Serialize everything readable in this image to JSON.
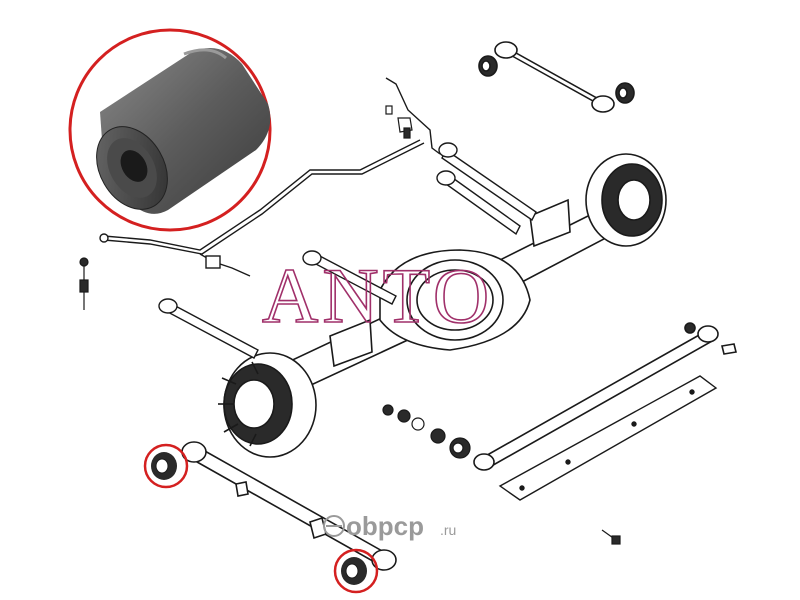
{
  "watermark": {
    "text": "ANTO",
    "color": "#a0306a"
  },
  "logo": {
    "brand": "obpcp",
    "suffix": ".ru",
    "color": "#9a9a9a"
  },
  "colors": {
    "highlight_ring": "#d42020",
    "line_art": "#1a1a1a",
    "bushing_rubber": "#5a5a5a",
    "bushing_metal": "#2a2a2a"
  },
  "icons": {
    "bushing": "bushing-icon",
    "logo_mark": "exist-logo-icon"
  }
}
